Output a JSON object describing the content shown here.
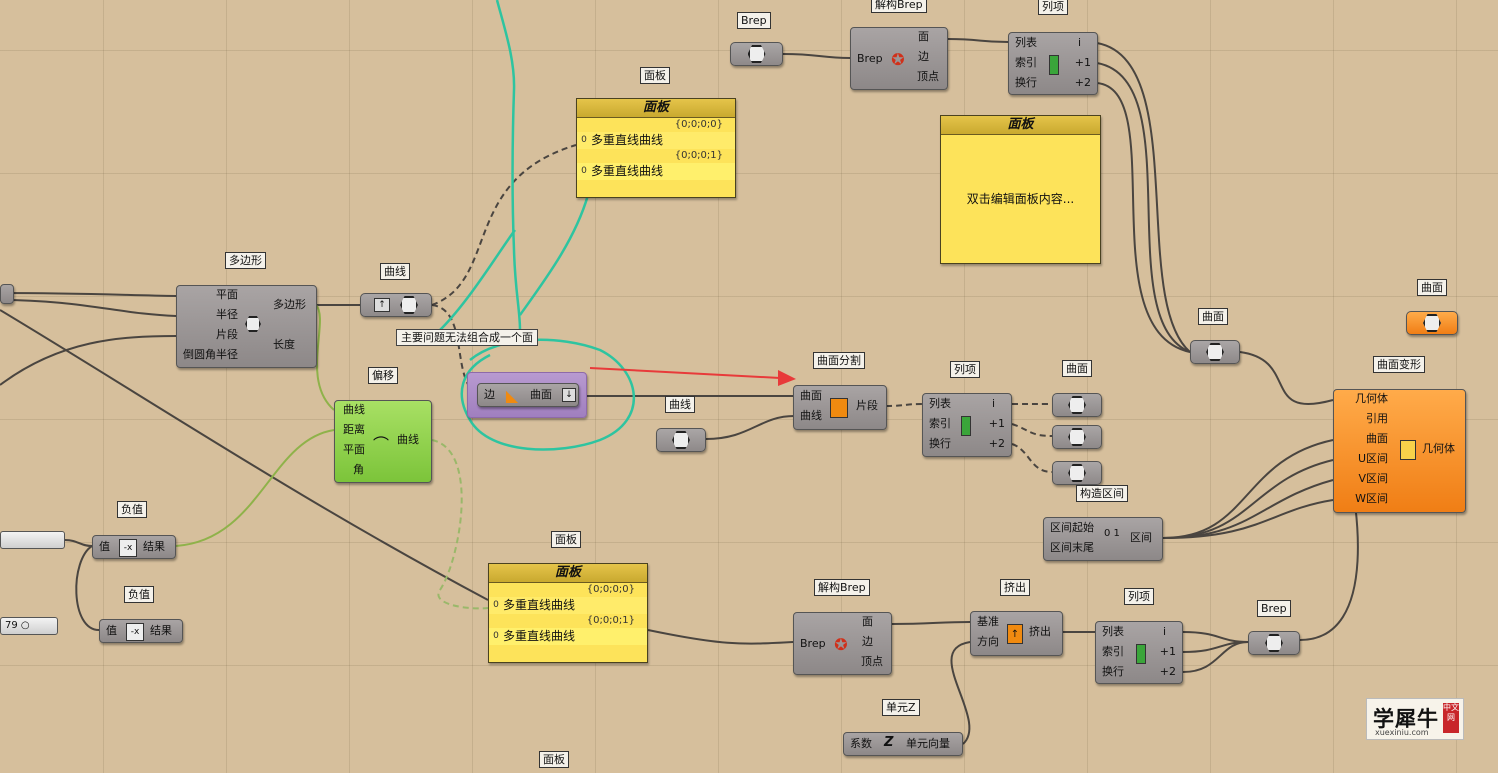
{
  "canvas": {
    "annotation": "主要问题无法组合成一个面"
  },
  "components": {
    "polygon": {
      "title": "多边形",
      "inputs": [
        "平面",
        "半径",
        "片段",
        "倒圆角半径"
      ],
      "outputs": [
        "多边形",
        "长度"
      ]
    },
    "curve_param_1": {
      "title": "曲线"
    },
    "offset": {
      "title": "偏移",
      "inputs": [
        "曲线",
        "距离",
        "平面",
        "角"
      ],
      "outputs": [
        "曲线"
      ]
    },
    "negative_1": {
      "title": "负值",
      "input": "值",
      "output": "结果"
    },
    "negative_2": {
      "title": "负值",
      "input": "值",
      "output": "结果"
    },
    "slider_value": "79",
    "boundary_surface": {
      "input": "边",
      "output": "曲面"
    },
    "curve_param_2": {
      "title": "曲线"
    },
    "surface_split": {
      "title": "曲面分割",
      "inputs": [
        "曲面",
        "曲线"
      ],
      "outputs": [
        "片段"
      ]
    },
    "list_item_mid": {
      "title": "列项",
      "inputs": [
        "列表",
        "索引",
        "换行"
      ],
      "outputs": [
        "i",
        "+1",
        "+2"
      ]
    },
    "surface_param_1": {
      "title": "曲面"
    },
    "construct_domain": {
      "title": "构造区间",
      "inputs": [
        "区间起始",
        "区间末尾"
      ],
      "outputs": [
        "区间"
      ]
    },
    "brep_param_top": {
      "title": "Brep"
    },
    "deconstruct_brep_top": {
      "title": "解构Brep",
      "inputs": [
        "Brep"
      ],
      "outputs": [
        "面",
        "边",
        "顶点"
      ]
    },
    "list_item_top": {
      "title": "列项",
      "inputs": [
        "列表",
        "索引",
        "换行"
      ],
      "outputs": [
        "i",
        "+1",
        "+2"
      ]
    },
    "surface_param_right": {
      "title": "曲面"
    },
    "surface_param_top_right": {
      "title": "曲面"
    },
    "surface_morph": {
      "title": "曲面变形",
      "inputs": [
        "几何体",
        "引用",
        "曲面",
        "U区间",
        "V区间",
        "W区间"
      ],
      "outputs": [
        "几何体"
      ]
    },
    "deconstruct_brep_bottom": {
      "title": "解构Brep",
      "inputs": [
        "Brep"
      ],
      "outputs": [
        "面",
        "边",
        "顶点"
      ]
    },
    "extrude": {
      "title": "挤出",
      "inputs": [
        "基准",
        "方向"
      ],
      "outputs": [
        "挤出"
      ]
    },
    "list_item_bottom": {
      "title": "列项",
      "inputs": [
        "列表",
        "索引",
        "换行"
      ],
      "outputs": [
        "i",
        "+1",
        "+2"
      ]
    },
    "brep_param_bottom": {
      "title": "Brep"
    },
    "unit_z": {
      "title": "单元Z",
      "input": "系数",
      "output": "单元向量"
    }
  },
  "panels": {
    "panel_top": {
      "title": "面板",
      "header": "面板",
      "rows": [
        {
          "path": "{0;0;0;0}",
          "index": "0",
          "value": "多重直线曲线"
        },
        {
          "path": "{0;0;0;1}",
          "index": "0",
          "value": "多重直线曲线"
        }
      ]
    },
    "panel_right": {
      "title": "面板",
      "header": "面板",
      "placeholder": "双击编辑面板内容..."
    },
    "panel_bottom": {
      "title": "面板",
      "header": "面板",
      "rows": [
        {
          "path": "{0;0;0;0}",
          "index": "0",
          "value": "多重直线曲线"
        },
        {
          "path": "{0;0;0;1}",
          "index": "0",
          "value": "多重直线曲线"
        }
      ]
    },
    "panel_cut_title": "面板"
  },
  "watermark": {
    "text": "学犀牛",
    "url": "xuexiniu.com",
    "seal": "中文网"
  },
  "colors": {
    "canvas": "#d6bf9c",
    "component": "#9e9999",
    "green": "#8dd04a",
    "orange": "#f58a1f",
    "panel": "#fde35a",
    "annotation_stroke": "#2ec4a0",
    "arrow": "#e83a3a"
  }
}
